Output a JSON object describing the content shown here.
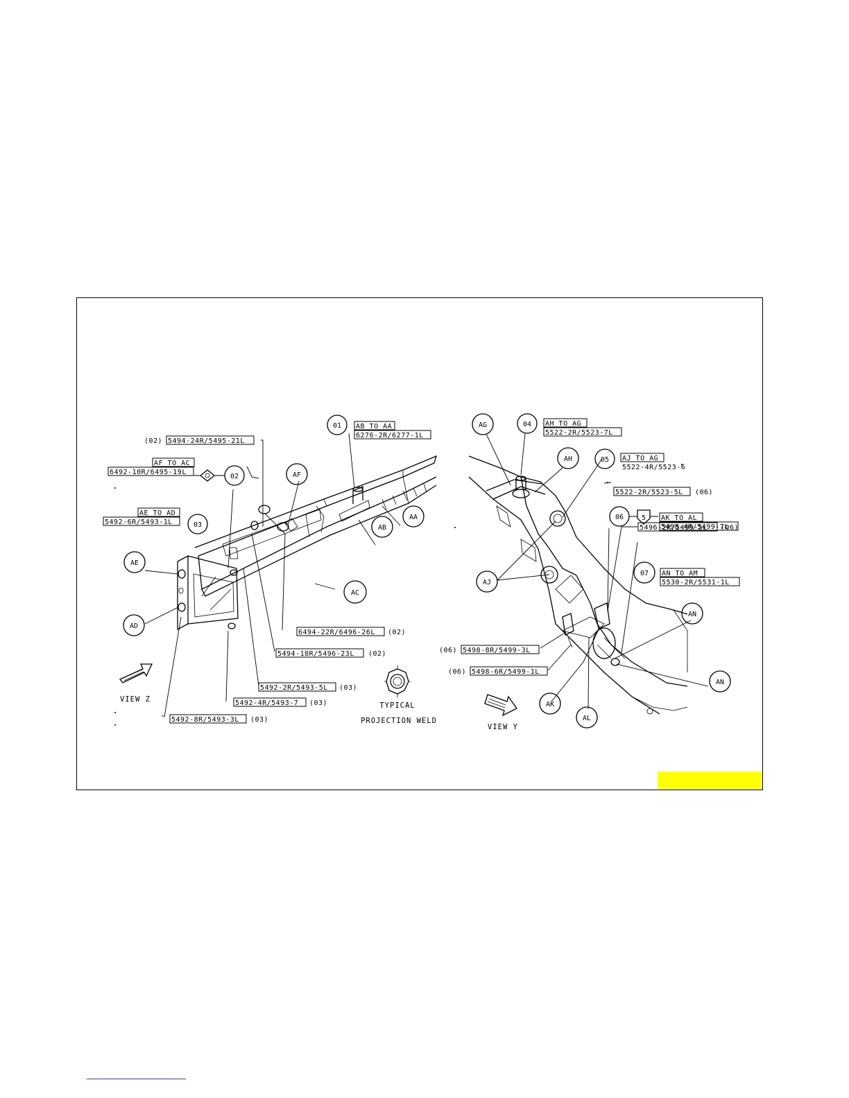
{
  "left_view": {
    "view_label": "VIEW Z",
    "callouts": {
      "c01": "01",
      "c02": "02",
      "c03": "03",
      "AE": "AE",
      "AD": "AD",
      "AF": "AF",
      "AB": "AB",
      "AA": "AA",
      "AC": "AC"
    },
    "weld_01_line1": "AB TO AA",
    "weld_01_line2": "6276-2R/6277-1L",
    "weld_02_line1": "AF TO AC",
    "weld_02_line2": "6492-10R/6495-19L",
    "weld_03_line1": "AE TO AD",
    "weld_03_line2": "5492-6R/5493-1L",
    "parts": [
      {
        "prefix": "(02)",
        "code": "5494-24R/5495-21L",
        "suffix": ""
      },
      {
        "prefix": "",
        "code": "6494-22R/6496-26L",
        "suffix": "(02)"
      },
      {
        "prefix": "",
        "code": "5494-18R/5496-23L",
        "suffix": "(02)"
      },
      {
        "prefix": "",
        "code": "5492-2R/5493-5L",
        "suffix": "(03)"
      },
      {
        "prefix": "",
        "code": "5492-4R/5493-7",
        "suffix": "(03)"
      },
      {
        "prefix": "",
        "code": "5492-8R/5493-3L",
        "suffix": "(03)"
      }
    ]
  },
  "center": {
    "line1": "TYPICAL",
    "line2": "PROJECTION WELD"
  },
  "right_view": {
    "view_label": "VIEW Y",
    "callouts": {
      "c04": "04",
      "c05": "05",
      "c06": "06",
      "c07": "07",
      "AG": "AG",
      "AH": "AH",
      "AJ": "AJ",
      "AK": "AK",
      "AL": "AL",
      "AN1": "AN",
      "AN2": "AN"
    },
    "weld_04_line1": "AH TO AG",
    "weld_04_line2": "5522-2R/5523-7L",
    "weld_05_line1": "AJ TO AG",
    "weld_05_line2": "5522-4R/5523-6",
    "weld_06_line1": "AK TO AL",
    "weld_06_line2": "5498-4R/5499-7L",
    "weld_06_symbol": "5",
    "weld_07_line1": "AN TO AM",
    "weld_07_line2": "5530-2R/5531-1L",
    "parts": [
      {
        "prefix": "",
        "code": "5522-2R/5523-5L",
        "suffix": "(06)"
      },
      {
        "prefix": "",
        "code": "5496-2R/5499-5L",
        "suffix": "(06)"
      },
      {
        "prefix": "(06)",
        "code": "5498-8R/5499-3L",
        "suffix": ""
      },
      {
        "prefix": "(06)",
        "code": "5498-6R/5499-1L",
        "suffix": ""
      }
    ]
  },
  "colors": {
    "line": "#000000",
    "highlight": "#ffff00",
    "link_underline": "#2a3fb8"
  }
}
